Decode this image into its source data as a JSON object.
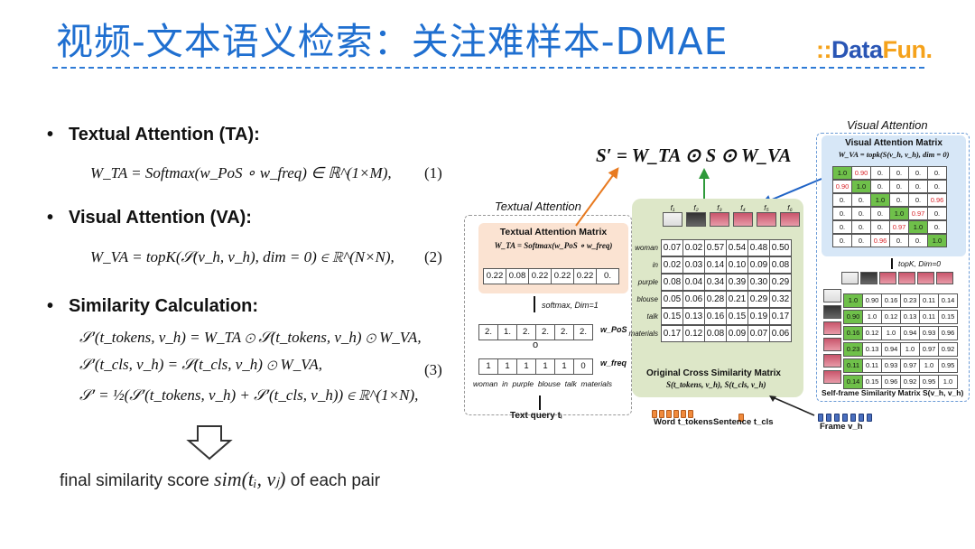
{
  "header": {
    "title": "视频-文本语义检索：关注难样本-DMAE",
    "logo": {
      "part1": "Data",
      "part2": "Fun."
    }
  },
  "sections": {
    "ta_title": "Textual Attention (TA):",
    "ta_eq": "W_TA = Softmax(w_PoS ∘ w_freq) ∈ ℝ^(1×M),",
    "ta_num": "(1)",
    "va_title": "Visual Attention (VA):",
    "va_eq": "W_VA = topK(𝒮(v_h, v_h), dim = 0) ∈ ℝ^(N×N),",
    "va_num": "(2)",
    "sim_title": "Similarity Calculation:",
    "sim_eq1": "𝒮′(t_tokens, v_h) = W_TA ⊙ 𝒮(t_tokens, v_h) ⊙ W_VA,",
    "sim_eq2": "𝒮′(t_cls, v_h) = 𝒮(t_cls, v_h) ⊙ W_VA,",
    "sim_eq3": "𝒮′ = ½(𝒮′(t_tokens, v_h) + 𝒮′(t_cls, v_h)) ∈ ℝ^(1×N),",
    "sim_num": "(3)",
    "final_prefix": "final similarity score ",
    "final_formula": "sim(tᵢ, vⱼ)",
    "final_suffix": " of each pair"
  },
  "diagram": {
    "top_formula": "S′ = W_TA ⊙ S ⊙ W_VA",
    "textual_attention_label": "Textual Attention",
    "ta_matrix_title": "Textual Attention Matrix",
    "ta_matrix_formula": "W_TA = Softmax(w_PoS ∘ w_freq)",
    "ta_values": [
      "0.22",
      "0.08",
      "0.22",
      "0.22",
      "0.22",
      "0."
    ],
    "softmax_note": "softmax, Dim=1",
    "pos_values": [
      "2.",
      "1.",
      "2.",
      "2.",
      "2.",
      "2."
    ],
    "pos_label": "w_PoS",
    "circ": "o",
    "freq_values": [
      "1",
      "1",
      "1",
      "1",
      "1",
      "0"
    ],
    "freq_label": "w_freq",
    "words": "woman  in  purple  blouse  talk  materials",
    "text_query_label": "Text query  tᵢ",
    "ocs": {
      "frames": [
        "f₁",
        "f₂",
        "f₃",
        "f₄",
        "f₅",
        "f₆"
      ],
      "rows": [
        {
          "word": "woman",
          "values": [
            "0.07",
            "0.02",
            "0.57",
            "0.54",
            "0.48",
            "0.50"
          ]
        },
        {
          "word": "in",
          "values": [
            "0.02",
            "0.03",
            "0.14",
            "0.10",
            "0.09",
            "0.08"
          ]
        },
        {
          "word": "purple",
          "values": [
            "0.08",
            "0.04",
            "0.34",
            "0.39",
            "0.30",
            "0.29"
          ]
        },
        {
          "word": "blouse",
          "values": [
            "0.05",
            "0.06",
            "0.28",
            "0.21",
            "0.29",
            "0.32"
          ]
        },
        {
          "word": "talk",
          "values": [
            "0.15",
            "0.13",
            "0.16",
            "0.15",
            "0.19",
            "0.17"
          ]
        },
        {
          "word": "materials",
          "values": [
            "0.17",
            "0.12",
            "0.08",
            "0.09",
            "0.07",
            "0.06"
          ]
        }
      ],
      "title": "Original Cross Similarity Matrix",
      "formula": "S(t_tokens, v_h), S(t_cls, v_h)"
    },
    "word_label": "Word  t_tokens",
    "sentence_label": "Sentence  t_cls",
    "frame_label": "Frame  v_h",
    "visual_attention_label": "Visual Attention",
    "va_matrix_title": "Visual Attention Matrix",
    "va_matrix_formula": "W_VA = topk(S(v_h, v_h), dim = 0)",
    "va_rows": [
      [
        "1.0",
        "0.90",
        "0.",
        "0.",
        "0.",
        "0."
      ],
      [
        "0.90",
        "1.0",
        "0.",
        "0.",
        "0.",
        "0."
      ],
      [
        "0.",
        "0.",
        "1.0",
        "0.",
        "0.",
        "0.96"
      ],
      [
        "0.",
        "0.",
        "0.",
        "1.0",
        "0.97",
        "0."
      ],
      [
        "0.",
        "0.",
        "0.",
        "0.97",
        "1.0",
        "0."
      ],
      [
        "0.",
        "0.",
        "0.96",
        "0.",
        "0.",
        "1.0"
      ]
    ],
    "topk_note": "topK, Dim=0",
    "sf_rows": [
      [
        "1.0",
        "0.90",
        "0.16",
        "0.23",
        "0.11",
        "0.14"
      ],
      [
        "0.90",
        "1.0",
        "0.12",
        "0.13",
        "0.11",
        "0.15"
      ],
      [
        "0.16",
        "0.12",
        "1.0",
        "0.94",
        "0.93",
        "0.96"
      ],
      [
        "0.23",
        "0.13",
        "0.94",
        "1.0",
        "0.97",
        "0.92"
      ],
      [
        "0.11",
        "0.11",
        "0.93",
        "0.97",
        "1.0",
        "0.95"
      ],
      [
        "0.14",
        "0.15",
        "0.96",
        "0.92",
        "0.95",
        "1.0"
      ]
    ],
    "sf_title": "Self-frame Similarity Matrix  S(v_h, v_h)",
    "colors": {
      "green": "#6fc04a",
      "red": "#d9262b",
      "ta_bg": "#fbe3d2",
      "ocs_bg": "#dde7c8",
      "va_bg": "#d7e7f7"
    }
  }
}
